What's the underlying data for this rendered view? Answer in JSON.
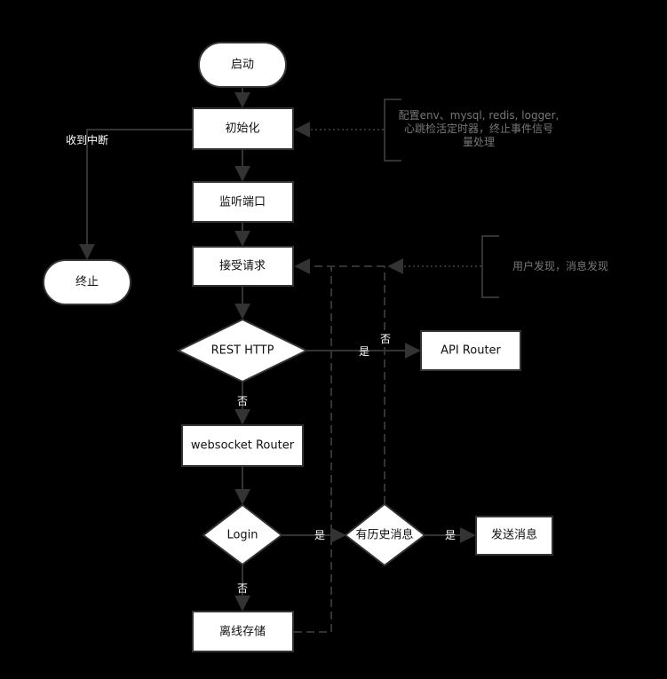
{
  "nodes": {
    "start": "启动",
    "init": "初始化",
    "listen": "监听端口",
    "accept": "接受请求",
    "end": "终止",
    "rest_http": "REST HTTP",
    "api_router": "API Router",
    "websocket_router": "websocket Router",
    "login": "Login",
    "has_history": "有历史消息",
    "send_message": "发送消息",
    "offline_store": "离线存储"
  },
  "edge_labels": {
    "interrupt": "收到中断",
    "rest_yes": "是",
    "rest_no": "否",
    "history_no": "否",
    "login_yes": "是",
    "login_no": "否",
    "history_yes": "是"
  },
  "notes": {
    "init_line1": "配置env、mysql, redis, logger,",
    "init_line2": "心跳检活定时器，终止事件信号",
    "init_line3": "量处理",
    "accept_note": "用户发现，消息发现"
  }
}
